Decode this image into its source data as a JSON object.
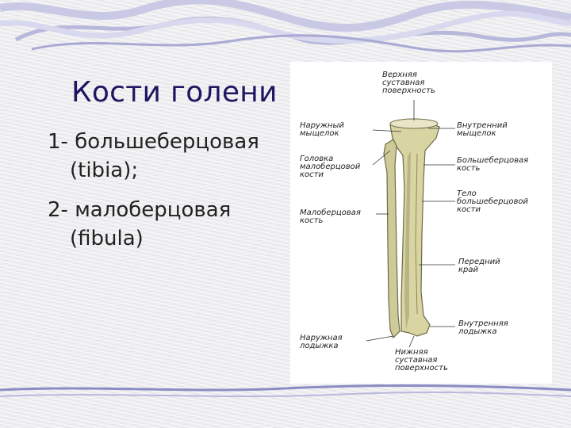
{
  "slide": {
    "title": "Кости голени",
    "items": [
      {
        "line1": "1- большеберцовая",
        "line2": "(tibia);"
      },
      {
        "line1": "2- малоберцовая",
        "line2": "(fibula)"
      }
    ]
  },
  "figure": {
    "labels": {
      "upper_articular": "Верхняя\nсуставная\nповерхность",
      "lateral_condyle": "Наружный\nмыщелок",
      "medial_condyle": "Внутренний\nмыщелок",
      "fibula_head": "Головка\nмалоберцовой\nкости",
      "tibia": "Большеберцовая\nкость",
      "tibia_body": "Тело\nбольшеберцовой\nкости",
      "fibula": "Малоберцовая\nкость",
      "anterior_border": "Передний\nкрай",
      "lateral_malleolus": "Наружная\nлодыжка",
      "medial_malleolus": "Внутренняя\nлодыжка",
      "lower_articular": "Нижняя\nсуставная\nповерхность"
    }
  },
  "colors": {
    "title": "#1d1660",
    "bone": "#d9d5a3",
    "bone_shadow": "#7e7a52",
    "decor": "#7f7fb8"
  }
}
